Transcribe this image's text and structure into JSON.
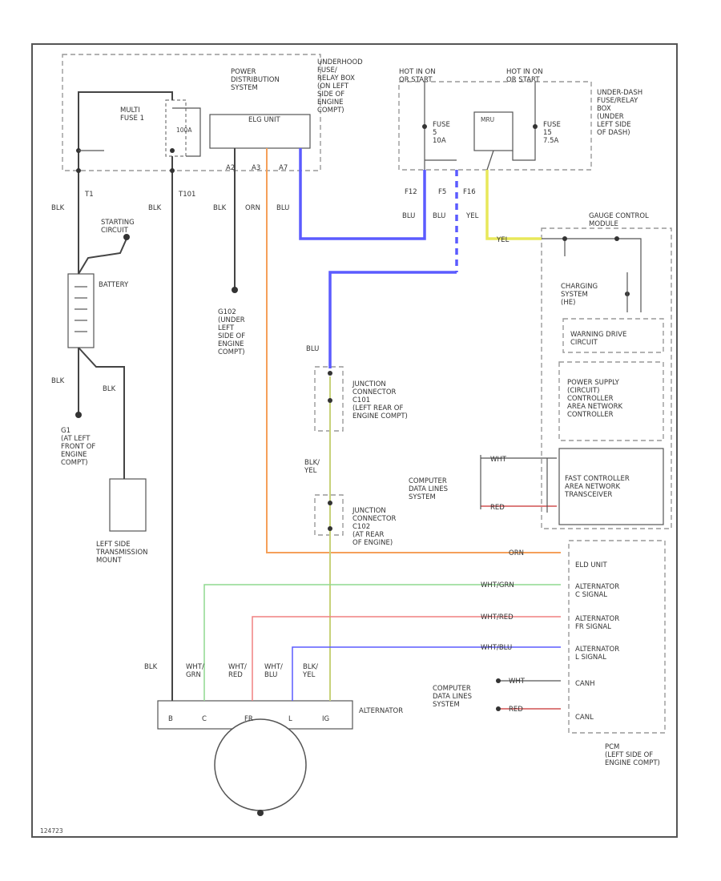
{
  "labels": {
    "pds_title": "POWER\nDISTRIBUTION\nSYSTEM",
    "underhood_box": "UNDERHOOD\nFUSE/\nRELAY BOX\n(ON LEFT\nSIDE OF\nENGINE\nCOMPT)",
    "multi_fuse": "MULTI\nFUSE 1",
    "fuse_100a": "100A",
    "elg_unit_box": "ELG UNIT",
    "pin_a2": "A2",
    "pin_a3": "A3",
    "pin_a7": "A7",
    "hot_run_start_1": "HOT IN ON\nOR START",
    "hot_run_start_2": "HOT IN ON\nOR START",
    "fuse_5": "FUSE\n5\n10A",
    "fuse_15": "FUSE\n15\n7.5A",
    "mru": "MRU",
    "underdash_box": "UNDER-DASH\nFUSE/RELAY\nBOX\n(UNDER\nLEFT SIDE\nOF DASH)",
    "pin_f12": "F12",
    "pin_f5": "F5",
    "pin_f16": "F16",
    "blu_1": "BLU",
    "blu_2": "BLU",
    "yel": "YEL",
    "yel_conn": "YEL",
    "t1": "T1",
    "t101": "T101",
    "blk_left": "BLK",
    "blk_mid": "BLK",
    "blk_pds": "BLK",
    "orn_pds": "ORN",
    "blu_pds": "BLU",
    "starting_circuit": "STARTING\nCIRCUIT",
    "battery": "BATTERY",
    "blk_bat_1": "BLK",
    "blk_bat_2": "BLK",
    "g1": "G1\n(AT LEFT\nFRONT OF\nENGINE\nCOMPT)",
    "g102": "G102\n(UNDER\nLEFT\nSIDE OF\nENGINE\nCOMPT)",
    "trans_mount": "LEFT SIDE\nTRANSMISSION\nMOUNT",
    "gauge_control": "GAUGE CONTROL\nMODULE",
    "charging_system": "CHARGING\nSYSTEM\n(HE)",
    "warning_drive": "WARNING DRIVE\nCIRCUIT",
    "power_supply": "POWER SUPPLY\n(CIRCUIT)\nCONTROLLER\nAREA NETWORK\nCONTROLLER",
    "fast_can": "FAST CONTROLLER\nAREA NETWORK\nTRANSCEIVER",
    "cdl_1": "COMPUTER\nDATA LINES\nSYSTEM",
    "cdl_2": "COMPUTER\nDATA LINES\nSYSTEM",
    "wht_gcm": "WHT",
    "red_gcm": "RED",
    "blu_jc": "BLU",
    "jc_c101": "JUNCTION\nCONNECTOR\nC101\n(LEFT REAR OF\nENGINE COMPT)",
    "jc_c102": "JUNCTION\nCONNECTOR\nC102\n(AT REAR\nOF ENGINE)",
    "blk_yel": "BLK/\nYEL",
    "orn_pcm": "ORN",
    "wht_grn_pcm": "WHT/GRN",
    "wht_red_pcm": "WHT/RED",
    "wht_blu_pcm": "WHT/BLU",
    "wht_pcm": "WHT",
    "red_pcm": "RED",
    "elg_unit": "ELD UNIT",
    "alt_c": "ALTERNATOR\nC SIGNAL",
    "alt_fr": "ALTERNATOR\nFR SIGNAL",
    "alt_l": "ALTERNATOR\nL SIGNAL",
    "canh": "CANH",
    "canl": "CANL",
    "pcm": "PCM\n(LEFT SIDE OF\nENGINE COMPT)",
    "alt_blk": "BLK",
    "alt_whtgrn": "WHT/\nGRN",
    "alt_whtred": "WHT/\nRED",
    "alt_whtblu": "WHT/\nBLU",
    "alt_blkyel": "BLK/\nYEL",
    "alternator": "ALTERNATOR",
    "pin_b": "B",
    "pin_c": "C",
    "pin_fr": "FR",
    "pin_l": "L",
    "pin_ig": "IG",
    "page_id": "124723"
  },
  "wire_colors": {
    "blue": "#5b5bff",
    "orange": "#f5a05a",
    "yellow": "#e8e85a",
    "green": "#8fd88f",
    "red": "#f08080",
    "red_dark": "#d05050",
    "black": "#444444"
  }
}
